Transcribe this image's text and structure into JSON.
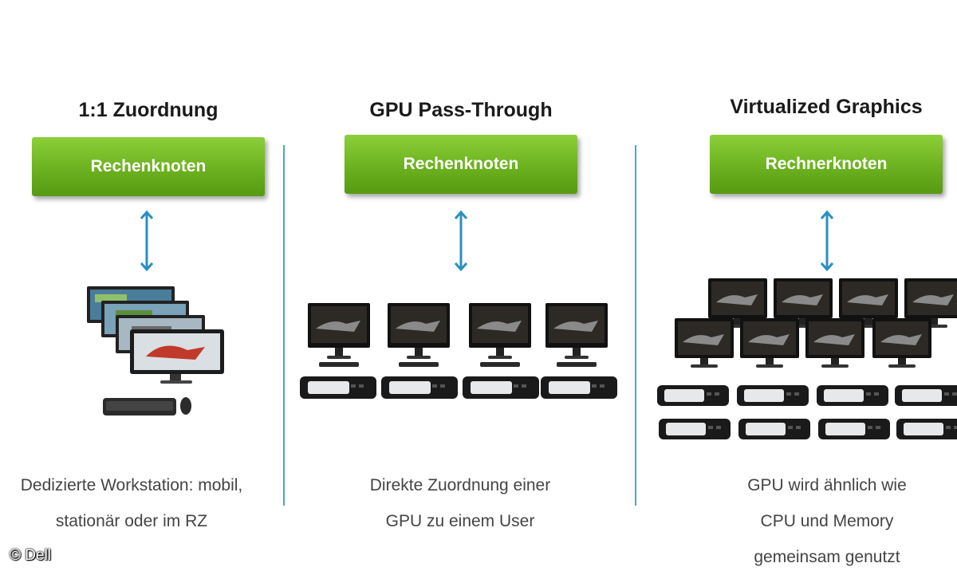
{
  "columns": [
    {
      "title": "1:1 Zuordnung",
      "node_label": "Rechenknoten",
      "description": [
        "Dedizierte Workstation: mobil,",
        "stationär oder im RZ"
      ]
    },
    {
      "title": "GPU Pass-Through",
      "node_label": "Rechenknoten",
      "description": [
        "Direkte Zuordnung einer",
        "GPU zu einem User"
      ]
    },
    {
      "title": "Virtualized Graphics",
      "node_label": "Rechnerknoten",
      "description": [
        "GPU wird ähnlich wie",
        "CPU und Memory",
        "gemeinsam genutzt"
      ]
    }
  ],
  "copyright": "© Dell",
  "colors": {
    "node_green": "#6cb11f",
    "arrow_blue": "#2a8fc0",
    "divider_blue": "#4aa6c9"
  }
}
